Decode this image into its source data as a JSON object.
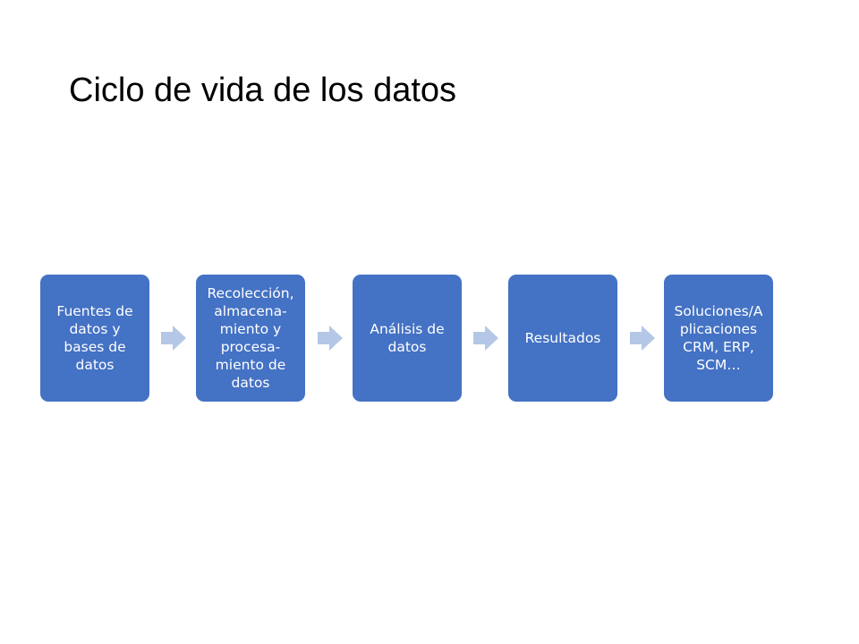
{
  "slide": {
    "title": "Ciclo de vida de los datos"
  },
  "diagram": {
    "steps": [
      {
        "label": "Fuentes de\ndatos y\nbases de\ndatos"
      },
      {
        "label": "Recolección,\nalmacena-\nmiento y\nprocesa-\nmiento de\ndatos"
      },
      {
        "label": "Análisis de\ndatos"
      },
      {
        "label": "Resultados"
      },
      {
        "label": "Soluciones/A\nplicaciones\nCRM, ERP,\nSCM…"
      }
    ],
    "colors": {
      "box_fill": "#4472c4",
      "box_text": "#ffffff",
      "arrow_fill": "#b4c7e7"
    }
  }
}
